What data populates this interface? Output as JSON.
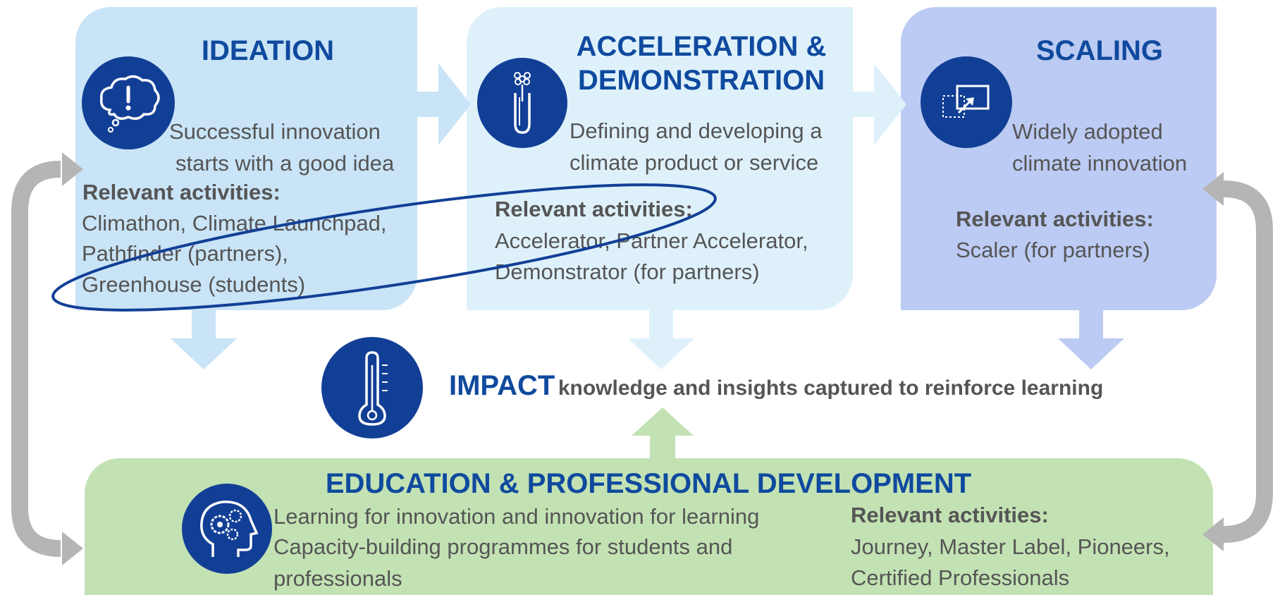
{
  "colors": {
    "dark_blue": "#123f96",
    "heading_blue": "#0f4a9e",
    "ideation_bg": "#c9e4f6",
    "acceleration_bg": "#def1fb",
    "scaling_bg": "#bccbf3",
    "education_bg": "#c3e2b4",
    "cycle_arrow": "#b5b5b5",
    "text_gray": "#555555"
  },
  "ideation": {
    "title": "IDEATION",
    "tagline_line1": "Successful innovation",
    "tagline_line2": "starts with a good idea",
    "activities_label": "Relevant activities:",
    "activity_lines": [
      "Climathon, Climate Launchpad,",
      "Pathfinder (partners),",
      "Greenhouse (students)"
    ],
    "icon": "idea-thought-bubble-icon"
  },
  "acceleration": {
    "title_line1": "ACCELERATION &",
    "title_line2": "DEMONSTRATION",
    "tagline_line1": "Defining and developing a",
    "tagline_line2": "climate product or service",
    "activities_label": "Relevant activities:",
    "activity_lines": [
      "Accelerator, Partner Accelerator,",
      "Demonstrator (for partners)"
    ],
    "icon": "test-tube-plant-icon"
  },
  "scaling": {
    "title": "SCALING",
    "tagline_line1": "Widely adopted",
    "tagline_line2": "climate innovation",
    "activities_label": "Relevant activities:",
    "activity_lines": [
      "Scaler (for partners)"
    ],
    "icon": "scale-up-expand-icon"
  },
  "impact": {
    "label": "IMPACT",
    "description": "knowledge and insights captured to reinforce learning",
    "icon": "thermometer-icon"
  },
  "education": {
    "title": "EDUCATION & PROFESSIONAL DEVELOPMENT",
    "description_lines": [
      "Learning for innovation and innovation for learning",
      "Capacity-building programmes for students and",
      "professionals"
    ],
    "activities_label": "Relevant activities:",
    "activity_lines": [
      "Journey, Master Label, Pioneers,",
      "Certified Professionals"
    ],
    "icon": "head-gears-icon"
  }
}
